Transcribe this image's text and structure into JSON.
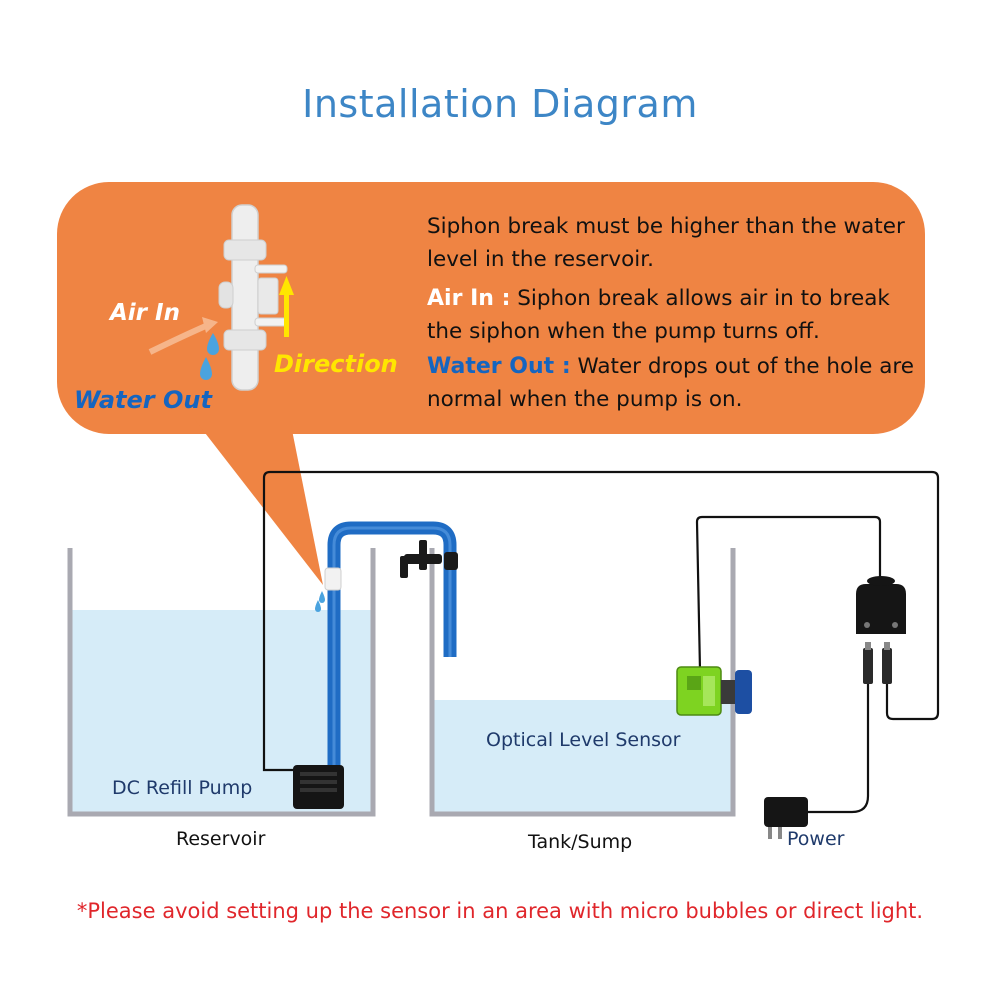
{
  "title": "Installation Diagram",
  "callout": {
    "line1": "Siphon break must be higher than the water level in the reservoir.",
    "air_in_keyword": "Air In :",
    "air_in_text": " Siphon break allows air in to break the siphon when the pump turns off.",
    "water_out_keyword": "Water Out :",
    "water_out_text": " Water drops out of the hole are normal when the pump is on.",
    "tag_air_in": "Air In",
    "tag_direction": "Direction",
    "tag_water_out": "Water Out"
  },
  "labels": {
    "pump": "DC Refill Pump",
    "sensor": "Optical Level Sensor",
    "reservoir": "Reservoir",
    "tank": "Tank/Sump",
    "power": "Power"
  },
  "note": "*Please avoid setting up the sensor in an area with micro bubbles or direct light.",
  "colors": {
    "title": "#3d86c6",
    "callout_bg": "#ef8443",
    "water": "#d6ecf8",
    "tank_wall": "#a9a9b1",
    "hose": "#1f6cc4",
    "sensor_green": "#7ed321",
    "sensor_blue": "#1d4fa3",
    "note": "#e0262b",
    "direction_arrow": "#ffe600",
    "water_out_text": "#1565c0"
  }
}
